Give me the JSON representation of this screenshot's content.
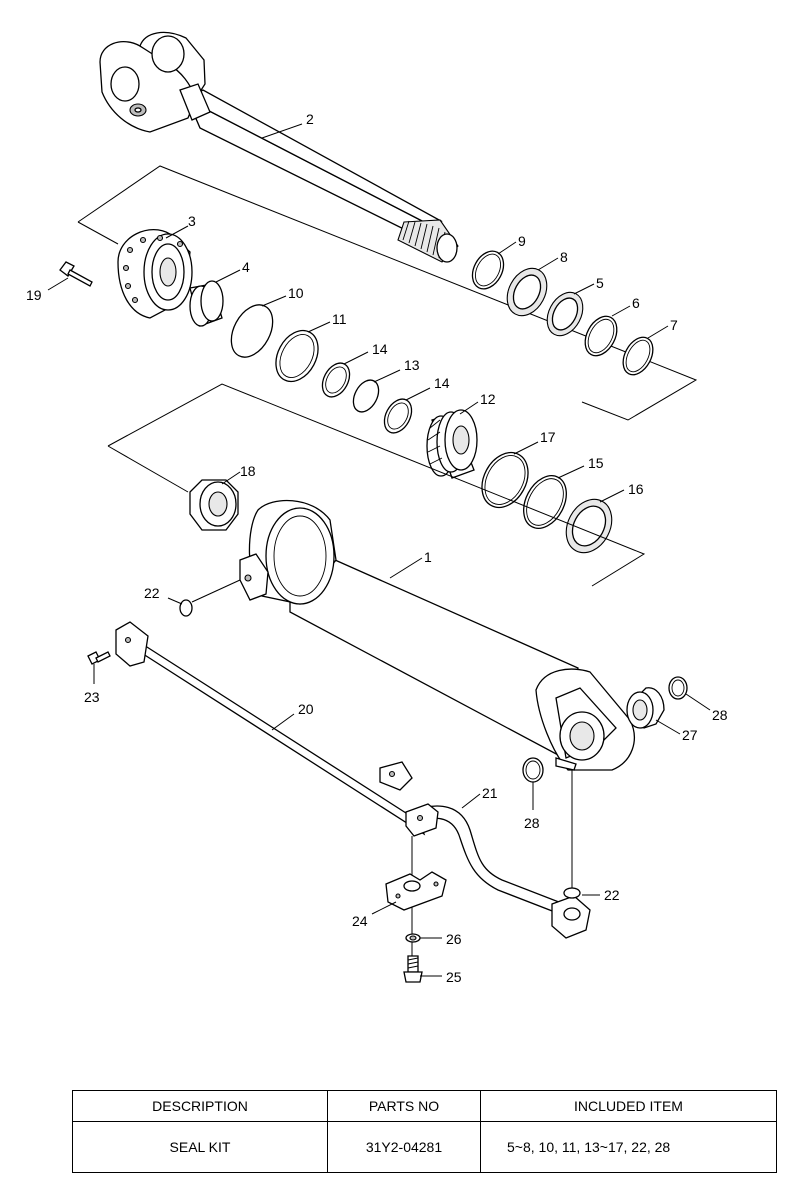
{
  "diagram": {
    "labels": [
      "1",
      "2",
      "3",
      "4",
      "5",
      "6",
      "7",
      "8",
      "9",
      "10",
      "11",
      "12",
      "13",
      "14",
      "14",
      "15",
      "16",
      "17",
      "18",
      "19",
      "20",
      "21",
      "22",
      "22",
      "23",
      "24",
      "25",
      "26",
      "27",
      "28",
      "28"
    ]
  },
  "table": {
    "headers": [
      "DESCRIPTION",
      "PARTS NO",
      "INCLUDED ITEM"
    ],
    "rows": [
      [
        "SEAL KIT",
        "31Y2-04281",
        "5~8, 10, 11, 13~17, 22, 28"
      ]
    ]
  }
}
